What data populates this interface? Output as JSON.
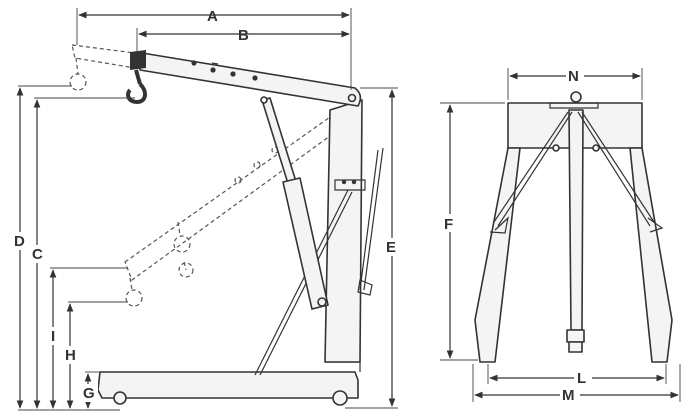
{
  "dimension_labels": {
    "A": "A",
    "B": "B",
    "C": "C",
    "D": "D",
    "E": "E",
    "F": "F",
    "G": "G",
    "H": "H",
    "I": "I",
    "L": "L",
    "M": "M",
    "N": "N"
  },
  "colors": {
    "line": "#333333",
    "part_fill": "#f4f4f4",
    "background": "#ffffff"
  }
}
